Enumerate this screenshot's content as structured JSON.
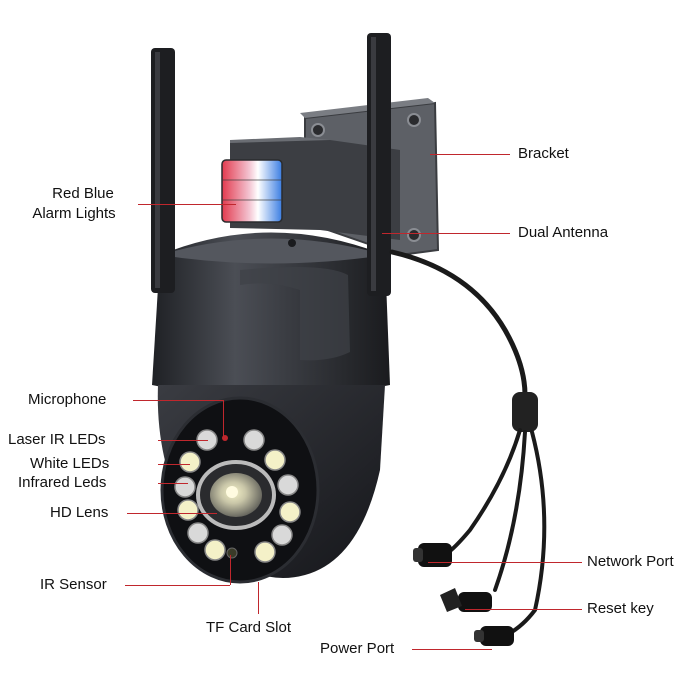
{
  "labels": {
    "bracket": "Bracket",
    "dual_antenna": "Dual Antenna",
    "red_blue_alarm_line1": "Red Blue",
    "red_blue_alarm_line2": "Alarm Lights",
    "microphone": "Microphone",
    "laser_ir_leds": "Laser IR LEDs",
    "white_leds": "White LEDs",
    "infrared_leds": "Infrared Leds",
    "hd_lens": "HD Lens",
    "ir_sensor": "IR Sensor",
    "tf_card_slot": "TF Card Slot",
    "network_port": "Network Port",
    "reset_key": "Reset key",
    "power_port": "Power Port"
  },
  "colors": {
    "callout_line": "#c0272d",
    "camera_body": "#2e3035",
    "camera_body_light": "#4a4d54",
    "antenna": "#1d1e21",
    "bracket": "#55585e",
    "cable": "#1a1a1a",
    "alarm_red": "#e23a4e",
    "alarm_blue": "#3a7de2",
    "white_led": "#f4f1c8",
    "ir_led": "#d9d9d9"
  }
}
